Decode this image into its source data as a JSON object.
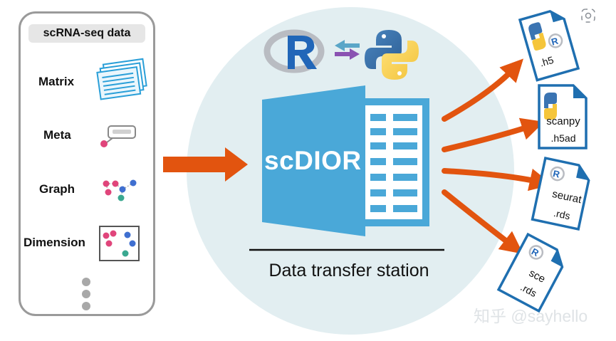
{
  "input_panel": {
    "title": "scRNA-seq data",
    "items": [
      {
        "label": "Matrix",
        "icon": "matrix-sheets-icon"
      },
      {
        "label": "Meta",
        "icon": "meta-speech-icon"
      },
      {
        "label": "Graph",
        "icon": "graph-network-icon"
      },
      {
        "label": "Dimension",
        "icon": "dimension-scatter-icon"
      }
    ],
    "more_icon": "vertical-ellipsis-icon"
  },
  "center": {
    "tool_name": "scDIOR",
    "caption": "Data transfer station",
    "language_icons": [
      "r-logo-icon",
      "exchange-arrows-icon",
      "python-logo-icon"
    ]
  },
  "outputs": [
    {
      "name": "",
      "ext": ".h5"
    },
    {
      "name": "scanpy",
      "ext": ".h5ad"
    },
    {
      "name": "seurat",
      "ext": ".rds"
    },
    {
      "name": "sce",
      "ext": ".rds"
    }
  ],
  "watermark": "知乎 @sayhello",
  "colors": {
    "arrow": "#e2540f",
    "doc_blue": "#4aa8d8",
    "circle_bg": "#e2eef1",
    "doc_border": "#1f6fb0"
  }
}
